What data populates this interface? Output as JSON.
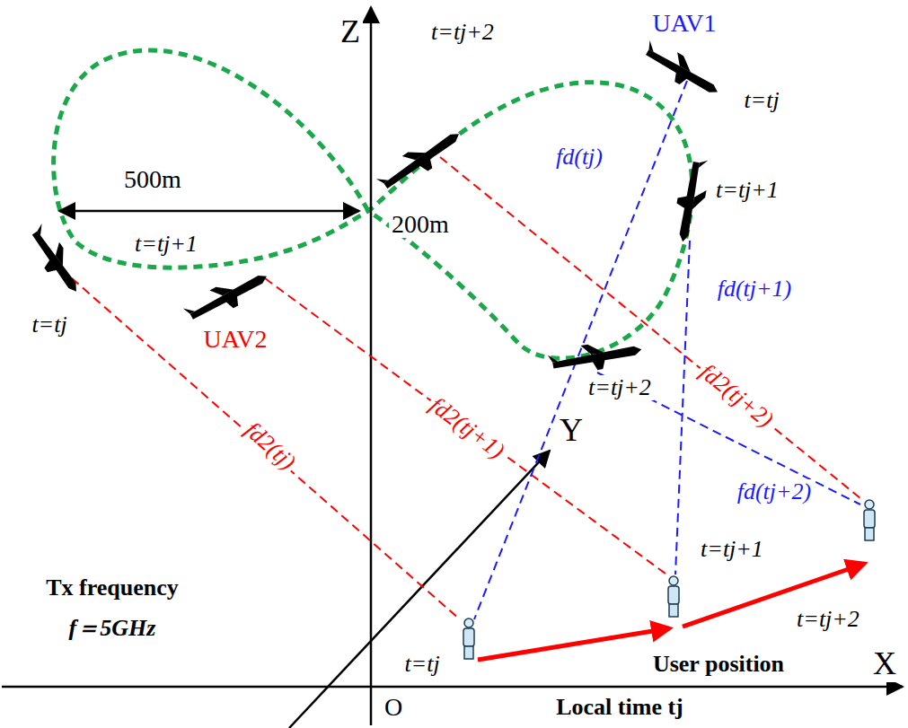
{
  "diagram": {
    "labels": [
      "Z",
      "Y",
      "X",
      "O",
      "UAV1",
      "t=tj",
      "t=tj+1",
      "t=tj+2",
      "fd(tj)",
      "fd(tj+1)",
      "fd(tj+2)",
      "UAV2",
      "t=tj+2",
      "t=tj+1",
      "t=tj",
      "fd2(tj)",
      "fd2(tj+1)",
      "fd2(tj+2)",
      "500m",
      "200m",
      "Tx frequency",
      "f＝5GHz",
      "User position",
      "t=tj",
      "t=tj+1",
      "t=tj+2",
      "Local time tj"
    ]
  }
}
